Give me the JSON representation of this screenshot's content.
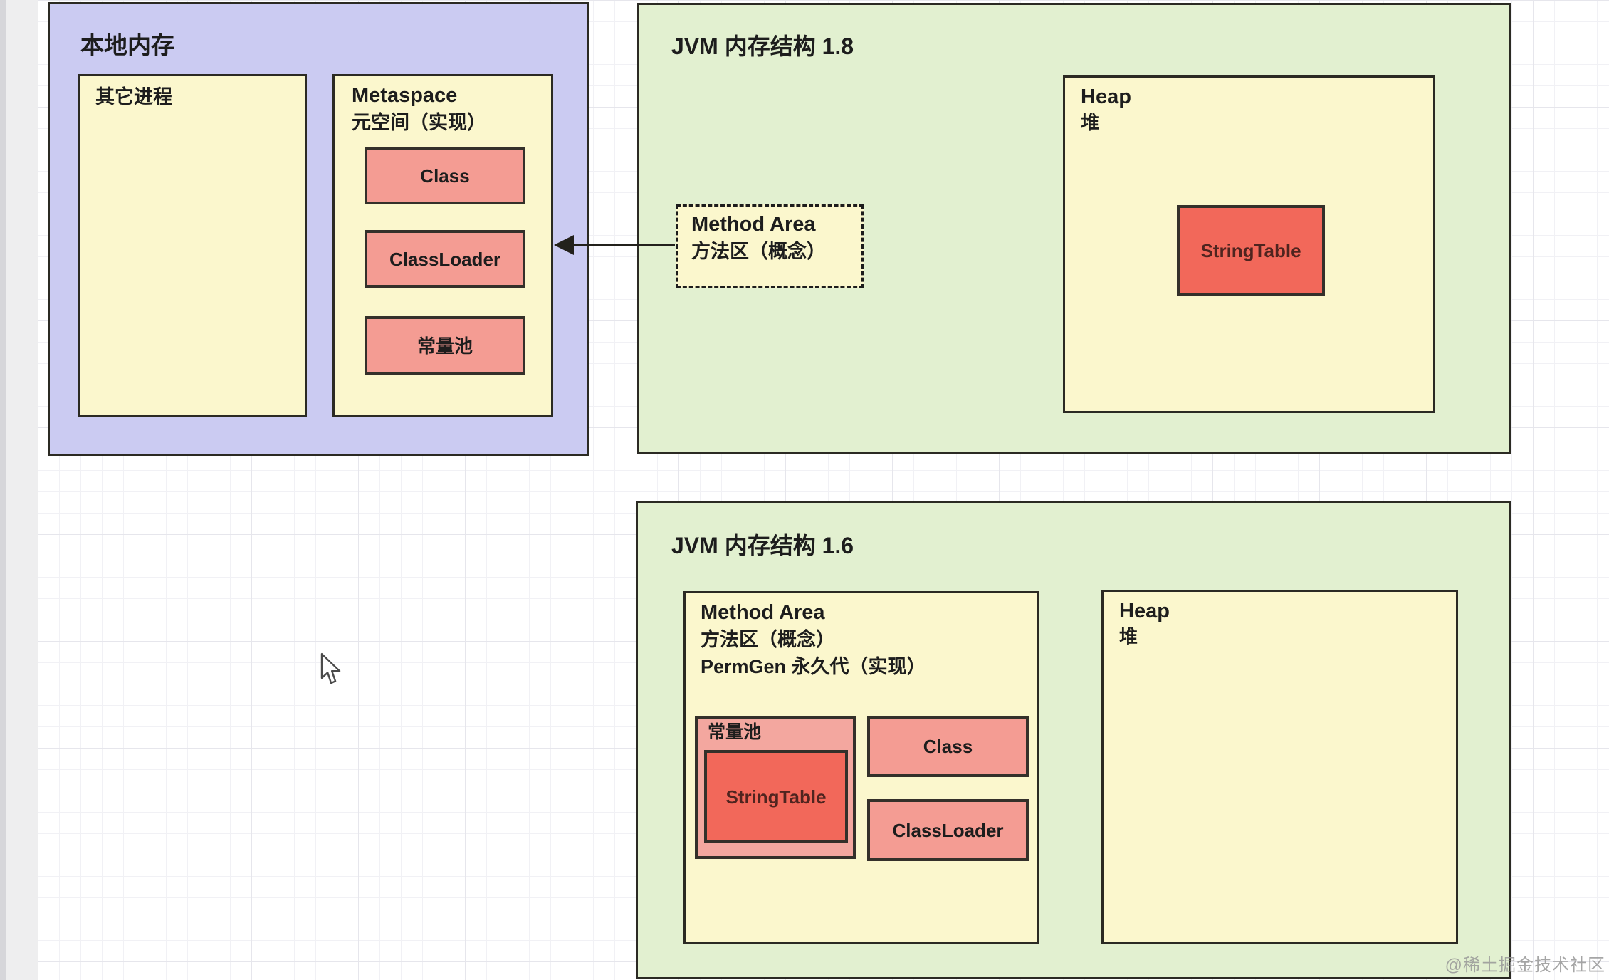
{
  "local_memory": {
    "title": "本地内存",
    "other_process_label": "其它进程",
    "metaspace": {
      "title": "Metaspace",
      "subtitle": "元空间（实现）",
      "items": [
        "Class",
        "ClassLoader",
        "常量池"
      ]
    }
  },
  "jvm18": {
    "title": "JVM 内存结构 1.8",
    "method_area": {
      "line1": "Method Area",
      "line2": "方法区（概念）"
    },
    "heap": {
      "title": "Heap",
      "subtitle": "堆",
      "string_table": "StringTable"
    }
  },
  "jvm16": {
    "title": "JVM 内存结构 1.6",
    "method_area": {
      "line1": "Method Area",
      "line2": "方法区（概念）",
      "line3": "PermGen 永久代（实现）",
      "constant_pool": {
        "label": "常量池",
        "string_table": "StringTable"
      },
      "class_label": "Class",
      "classloader_label": "ClassLoader"
    },
    "heap": {
      "title": "Heap",
      "subtitle": "堆"
    }
  },
  "watermark": {
    "text": "@稀土掘金技术社区"
  },
  "colors": {
    "purple_fill": "#cbcbf2",
    "yellow_fill": "#fbf7cd",
    "green_fill": "#e2f0d0",
    "salmon_fill": "#f49c93",
    "red_fill": "#f2685a",
    "border": "#2b2a23"
  }
}
